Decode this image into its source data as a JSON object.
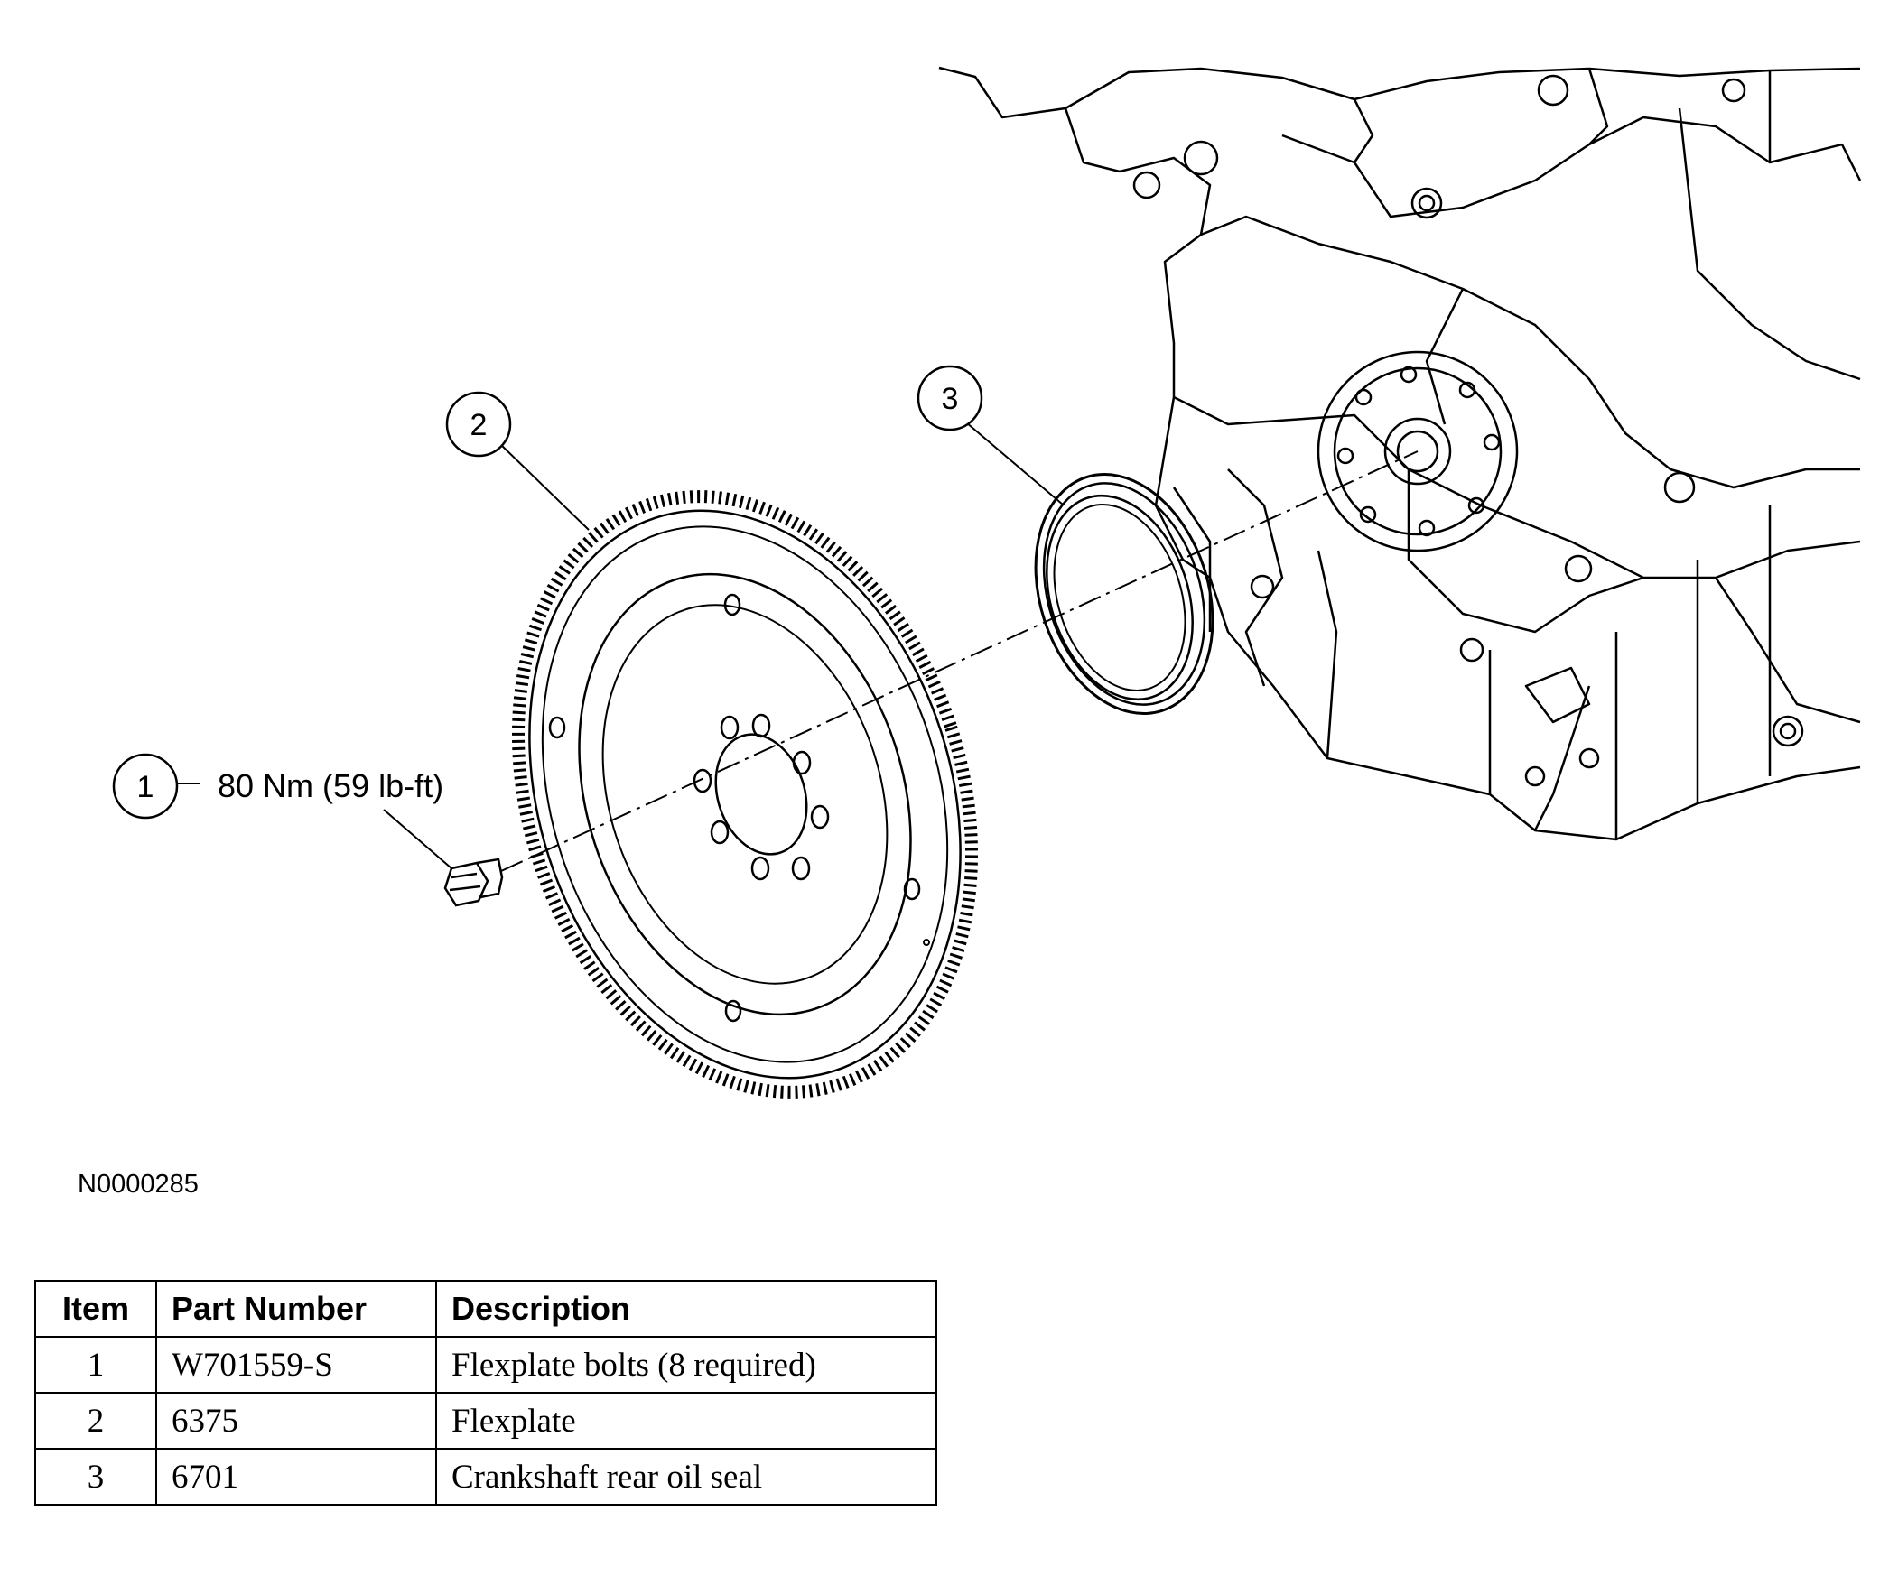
{
  "callouts": {
    "item1": "1",
    "item2": "2",
    "item3": "3",
    "torque": "80 Nm (59 lb-ft)"
  },
  "figure_id": "N0000285",
  "table": {
    "headers": [
      "Item",
      "Part Number",
      "Description"
    ],
    "rows": [
      {
        "item": "1",
        "part_number": "W701559-S",
        "description": "Flexplate bolts (8 required)"
      },
      {
        "item": "2",
        "part_number": "6375",
        "description": "Flexplate"
      },
      {
        "item": "3",
        "part_number": "6701",
        "description": "Crankshaft rear oil seal"
      }
    ]
  }
}
